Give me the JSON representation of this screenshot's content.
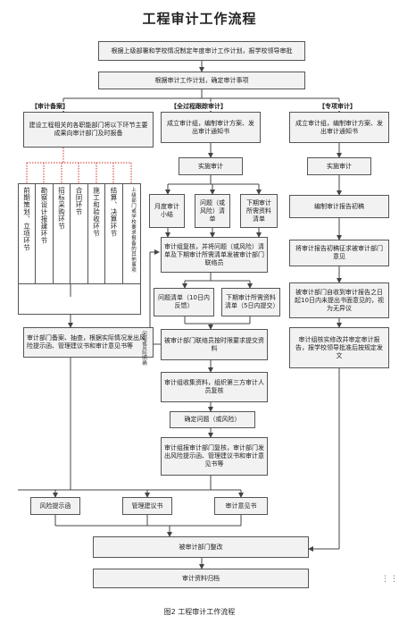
{
  "title": "工程审计工作流程",
  "caption": "图2   工程审计工作流程",
  "steps": {
    "plan": "根据上级部署和学校情况制定年度审计工作计划，报学校领导审批",
    "confirm": "根据审计工作计划，确定审计事项",
    "rectify": "被审计部门整改",
    "archive": "审计资料归档"
  },
  "left": {
    "tag": "【审计备案】",
    "intro": "建设工程相关的各职能部门将以下环节主要成果向审计部门及时报备",
    "columns": [
      "前期策划、立项环节",
      "勘察设计报建环节",
      "招标采购环节",
      "合同环节",
      "施工和验收环节",
      "结算、决算环节",
      "上级部门或学校要求报备的其他事项"
    ],
    "review": "审计部门备案、抽查，根据实际情况发出风险提示函、管理建议书和审计意见书等"
  },
  "middle": {
    "tag": "【全过程跟踪审计】",
    "team": "成立审计组，编制审计方案、发出审计通知书",
    "implement": "实施审计",
    "kinds": [
      "月度审计小结",
      "问题（或风险）清单",
      "下期审计所需资料清单"
    ],
    "sort": "审计组复核，并将问题（或风险）清单及下期审计所需清单发被审计部门联络员",
    "lists": [
      "问题清单（10日内反馈）",
      "下期审计所需资料清单（5日内提交）"
    ],
    "liaison": "被审计部门联络员按时限要求提交资料",
    "collect": "审计组收集资料，组织第三方审计人员复核",
    "determine": "确定问题（或风险）",
    "final": "审计组报审计部门复核，审计部门发出风险提示函、管理建议书和审计意见书等",
    "side_note": "问题或风险明确"
  },
  "right": {
    "tag": "【专项审计】",
    "team": "成立审计组，编制审计方案、发出审计通知书",
    "implement": "实施审计",
    "draft": "编制审计报告初稿",
    "solicit": "将审计报告初稿征求被审计部门意见",
    "feedback": "被审计部门自收到审计报告之日起10日内未提出书面意见的，视为无异议",
    "report": "审计组核实修改并审定审计报告，报学校领导批准后按规定发文"
  },
  "outputs": [
    "风险提示函",
    "管理建议书",
    "审计意见书"
  ],
  "colors": {
    "box_fill": "#f2f2f2",
    "line": "#444444",
    "red_dotted": "#d22b2b"
  }
}
